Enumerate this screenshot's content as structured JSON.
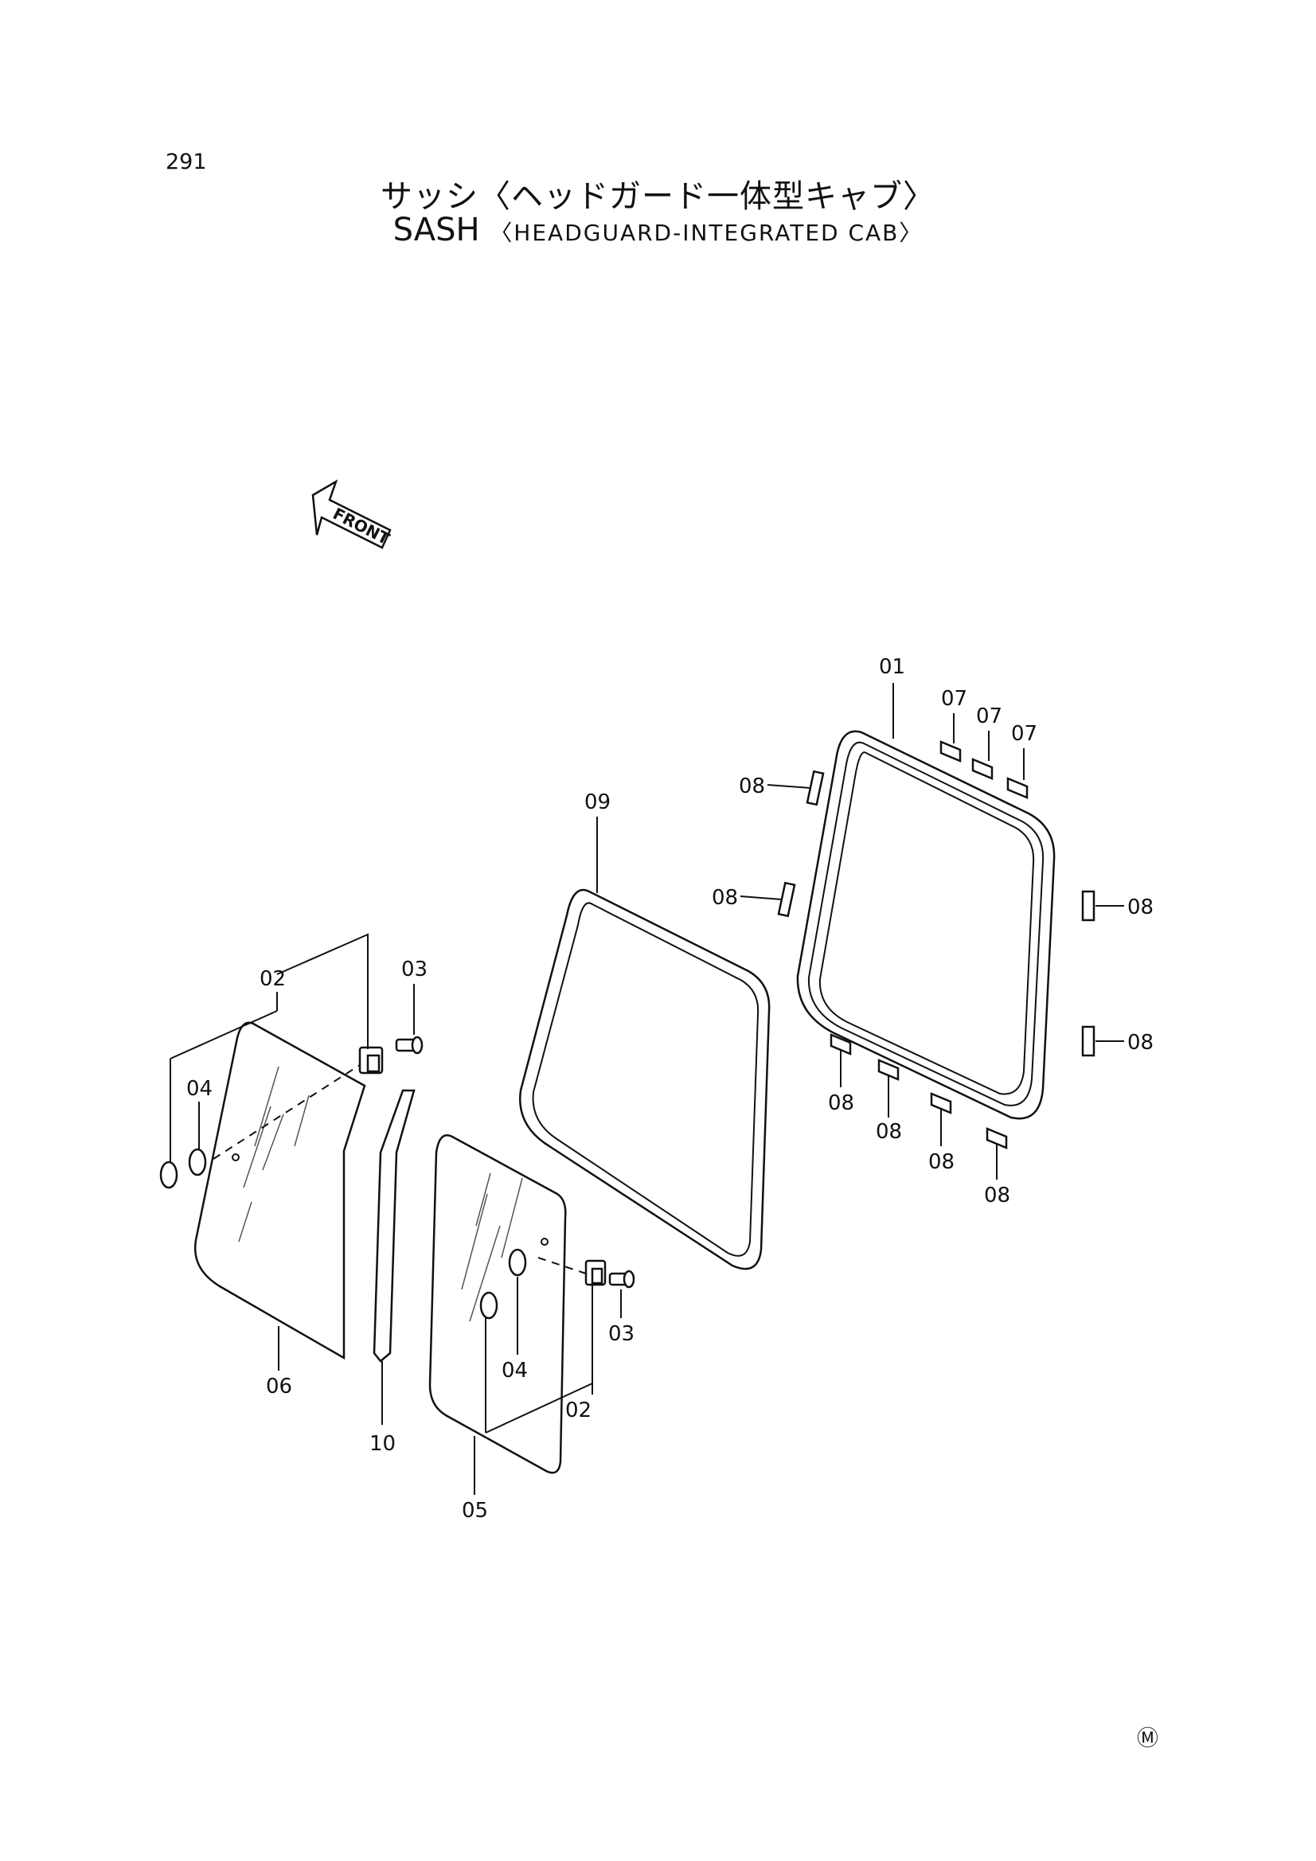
{
  "page": {
    "number": "291",
    "title_ja": "サッシ〈ヘッドガード一体型キャブ〉",
    "title_en_main": "SASH",
    "title_en_sub": "〈HEADGUARD-INTEGRATED CAB〉",
    "mark": "Ⓜ"
  },
  "front_label": "FRONT",
  "callouts": {
    "c01": "01",
    "c07a": "07",
    "c07b": "07",
    "c07c": "07",
    "c08a": "08",
    "c08b": "08",
    "c08c": "08",
    "c08d": "08",
    "c08e": "08",
    "c08f": "08",
    "c08g": "08",
    "c08h": "08",
    "c09": "09",
    "c02a": "02",
    "c03a": "03",
    "c04a": "04",
    "c06": "06",
    "c10": "10",
    "c05": "05",
    "c03b": "03",
    "c04b": "04",
    "c02b": "02"
  }
}
